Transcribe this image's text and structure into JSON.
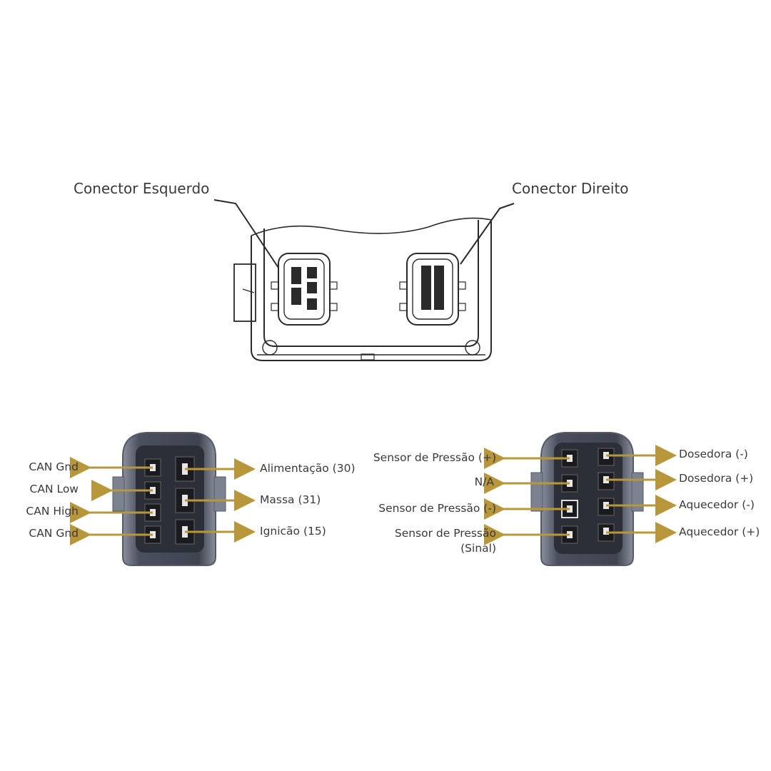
{
  "top": {
    "left_connector_label": "Conector Esquerdo",
    "right_connector_label": "Conector Direito"
  },
  "left_connector": {
    "left_pins": [
      "CAN Gnd",
      "CAN Low",
      "CAN High",
      "CAN Gnd"
    ],
    "right_pins": [
      "Alimentação (30)",
      "Massa (31)",
      "Ignicão (15)"
    ]
  },
  "right_connector": {
    "left_pins": [
      "Sensor de Pressão (+)",
      "N/A",
      "Sensor de Pressão (-)",
      "Sensor de Pressão",
      "(Sinal)"
    ],
    "right_pins": [
      "Dosedora (-)",
      "Dosedora (+)",
      "Aquecedor (-)",
      "Aquecedor (+)"
    ]
  },
  "colors": {
    "arrow": "#b8973a",
    "housing": "#4a4f5e",
    "housing_dark": "#2c2f38",
    "pin": "#1a1a1f"
  }
}
